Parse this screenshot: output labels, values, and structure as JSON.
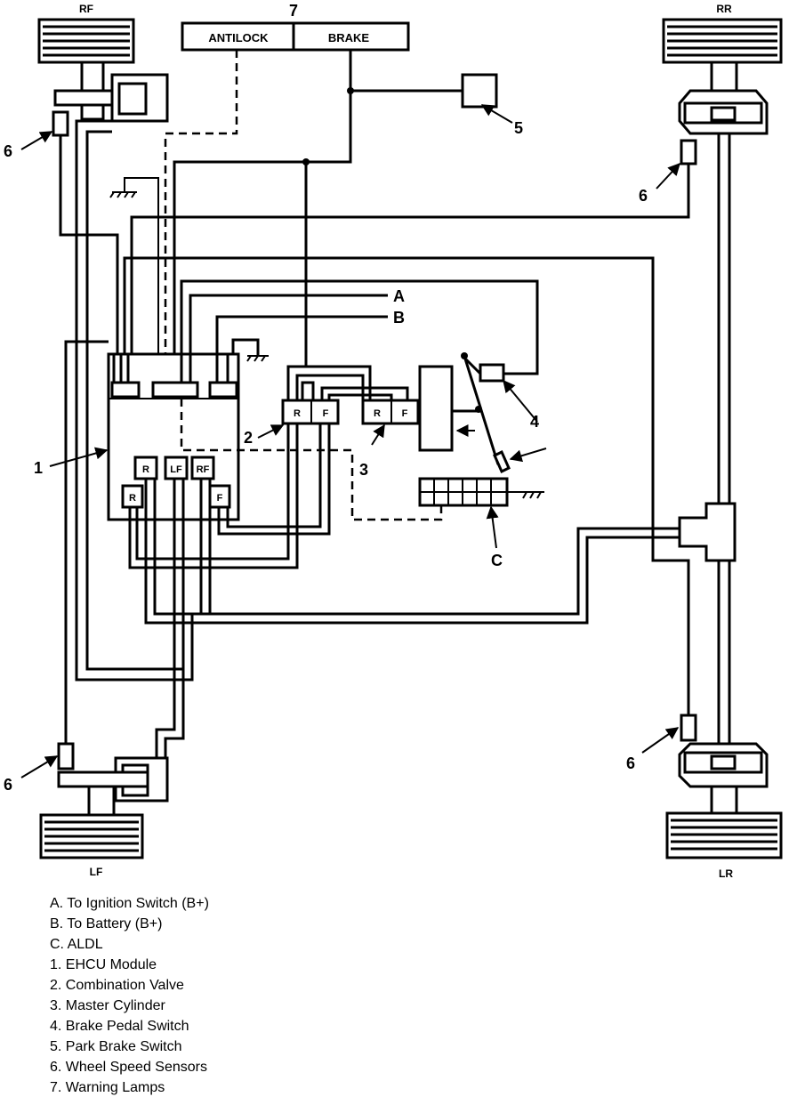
{
  "labels": {
    "rf": "RF",
    "rr": "RR",
    "lf": "LF",
    "lr": "LR",
    "lamp_number": "7",
    "antilock": "ANTILOCK",
    "brake": "BRAKE",
    "num_1": "1",
    "num_2": "2",
    "num_3": "3",
    "num_4": "4",
    "num_5": "5",
    "num_6": "6",
    "letter_a": "A",
    "letter_b": "B",
    "letter_c": "C",
    "conn_r": "R",
    "conn_lf": "LF",
    "conn_rf": "RF",
    "conn_f": "F"
  },
  "legend": [
    "A.  To Ignition Switch (B+)",
    "B.  To Battery (B+)",
    "C.  ALDL",
    "1.  EHCU Module",
    "2.  Combination Valve",
    "3.  Master Cylinder",
    "4.  Brake Pedal Switch",
    "5.  Park Brake Switch",
    "6.  Wheel Speed Sensors",
    "7.  Warning Lamps"
  ]
}
